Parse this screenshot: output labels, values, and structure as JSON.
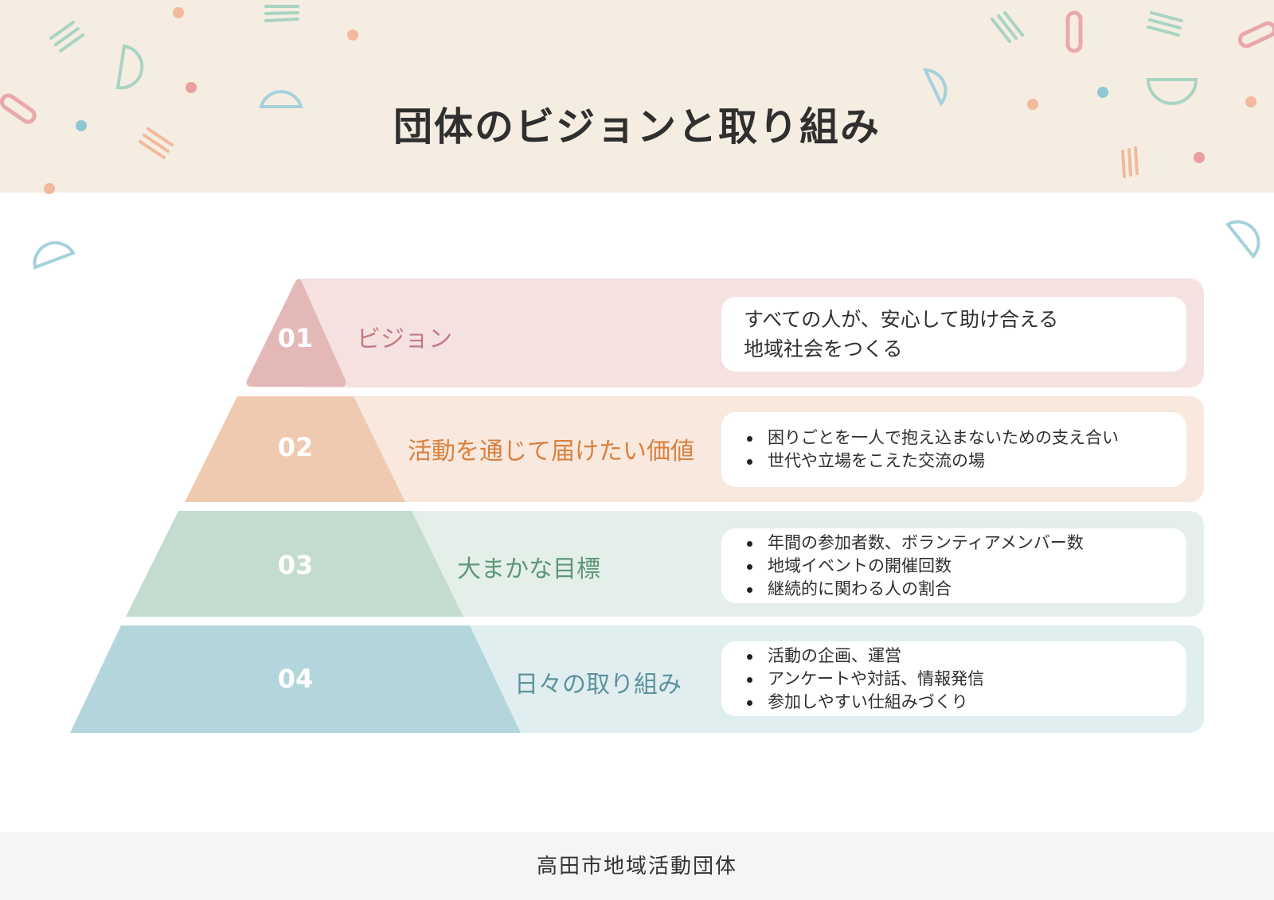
{
  "title": "団体のビジョンと取り組み",
  "colors": {
    "header_bg": "#f5ede2",
    "pink": "#e5b8b8",
    "pink_band": "#f6e1e1",
    "pink_text": "#c27d7d",
    "orange": "#efcab0",
    "orange_band": "#f8e8de",
    "orange_text": "#d9813f",
    "green": "#c3dccf",
    "green_band": "#e4efe9",
    "green_text": "#5e9677",
    "blue": "#b3d6dc",
    "blue_band": "#e1eef0",
    "blue_text": "#5d929d"
  },
  "levels": [
    {
      "number": "01",
      "label": "ビジョン",
      "text_lines": [
        "すべての人が、安心して助け合える",
        "地域社会をつくる"
      ]
    },
    {
      "number": "02",
      "label": "活動を通じて届けたい価値",
      "bullets": [
        "困りごとを一人で抱え込まないための支え合い",
        "世代や立場をこえた交流の場"
      ]
    },
    {
      "number": "03",
      "label": "大まかな目標",
      "bullets": [
        "年間の参加者数、ボランティアメンバー数",
        "地域イベントの開催回数",
        "継続的に関わる人の割合"
      ]
    },
    {
      "number": "04",
      "label": "日々の取り組み",
      "bullets": [
        "活動の企画、運営",
        "アンケートや対話、情報発信",
        "参加しやすい仕組みづくり"
      ]
    }
  ],
  "footer": {
    "org_name": "高田市地域活動団体"
  }
}
